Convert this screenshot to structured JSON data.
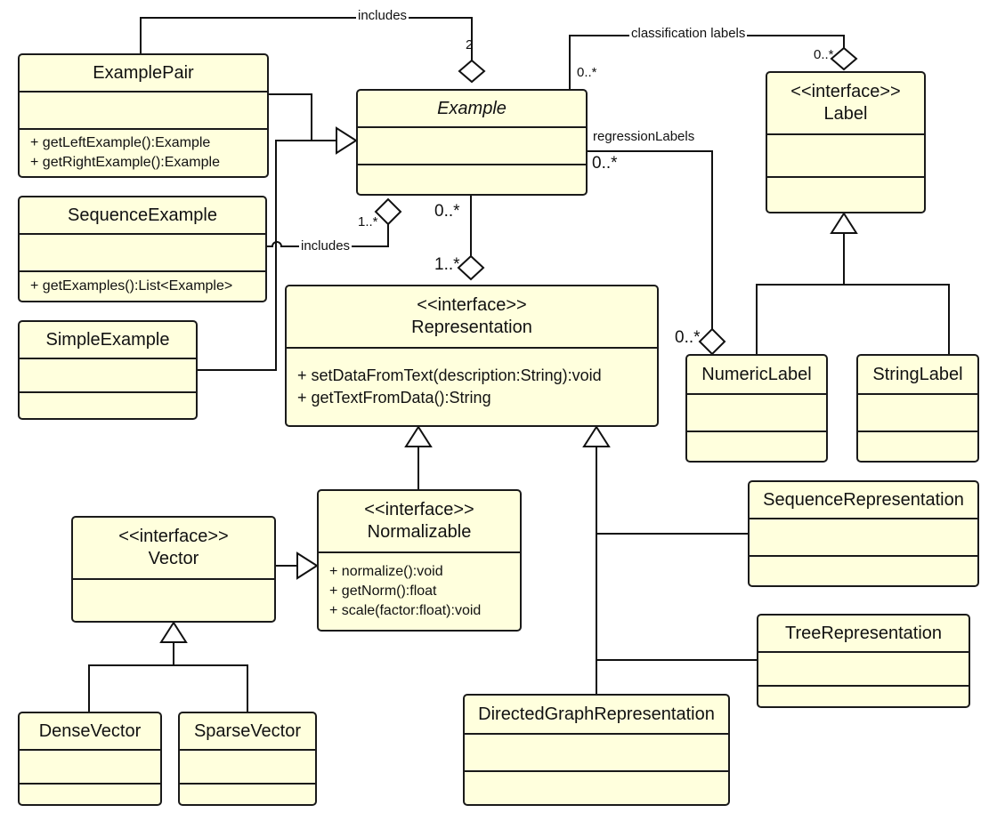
{
  "classes": {
    "example_pair": {
      "name": "ExamplePair",
      "ops": [
        "+ getLeftExample():Example",
        "+ getRightExample():Example"
      ]
    },
    "example": {
      "name": "Example"
    },
    "sequence_example": {
      "name": "SequenceExample",
      "ops": [
        "+ getExamples():List<Example>"
      ]
    },
    "simple_example": {
      "name": "SimpleExample"
    },
    "label": {
      "stereotype": "<<interface>>",
      "name": "Label"
    },
    "representation": {
      "stereotype": "<<interface>>",
      "name": "Representation",
      "ops": [
        "+ setDataFromText(description:String):void",
        "+ getTextFromData():String"
      ]
    },
    "numeric_label": {
      "name": "NumericLabel"
    },
    "string_label": {
      "name": "StringLabel"
    },
    "normalizable": {
      "stereotype": "<<interface>>",
      "name": "Normalizable",
      "ops": [
        "+ normalize():void",
        "+ getNorm():float",
        "+ scale(factor:float):void"
      ]
    },
    "vector": {
      "stereotype": "<<interface>>",
      "name": "Vector"
    },
    "sequence_representation": {
      "name": "SequenceRepresentation"
    },
    "tree_representation": {
      "name": "TreeRepresentation"
    },
    "directed_graph_representation": {
      "name": "DirectedGraphRepresentation"
    },
    "dense_vector": {
      "name": "DenseVector"
    },
    "sparse_vector": {
      "name": "SparseVector"
    }
  },
  "relations": {
    "pair_includes": {
      "label": "includes",
      "multiplicity": "2"
    },
    "sequence_includes": {
      "label": "includes",
      "multiplicity": "1..*"
    },
    "classification": {
      "label": "classification labels",
      "source_multiplicity": "0..*",
      "target_multiplicity": "0..*"
    },
    "regression": {
      "label": "regressionLabels",
      "source_multiplicity": "0..*",
      "target_multiplicity": "0..*"
    },
    "representation": {
      "source_multiplicity": "0..*",
      "target_multiplicity": "1..*"
    }
  }
}
